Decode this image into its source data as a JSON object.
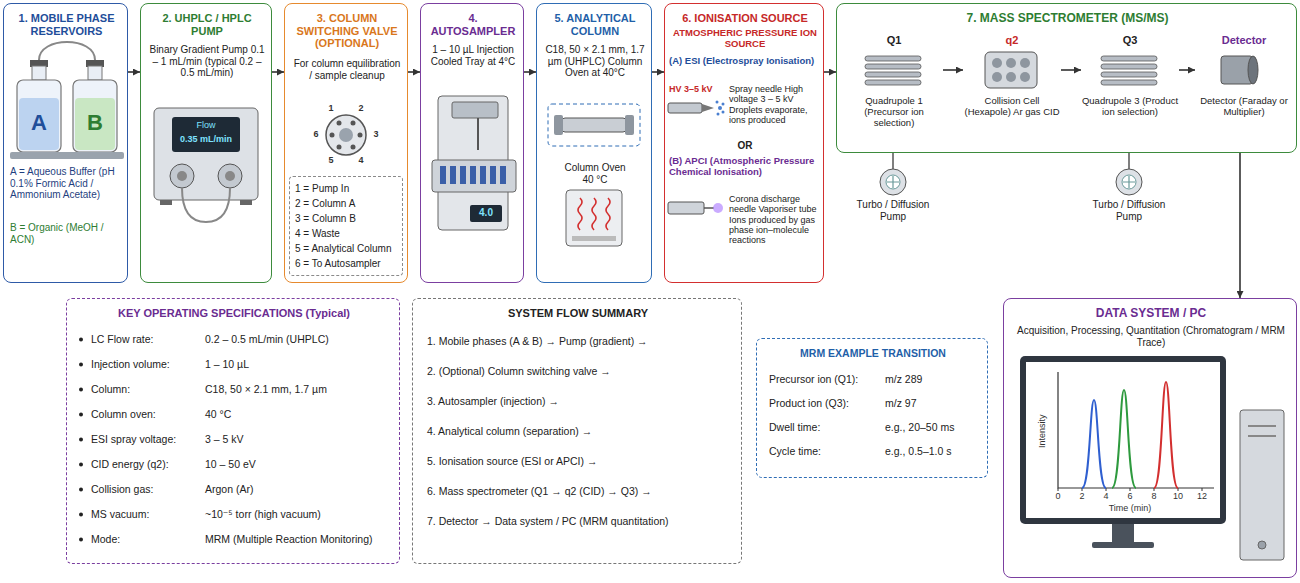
{
  "diagram": {
    "nodes": [
      {
        "text": [
          "1. MOBILE PHASE RESERVOIRS",
          "A = Aqueous Buffer (pH 0.1% Formic Acid / Ammonium Acetate)",
          "B = Organic (MeOH / ACN)"
        ]
      },
      {
        "text": [
          "2. UHPLC / HPLC PUMP",
          "Binary Gradient Pump 0.1 – 1 mL/min (typical 0.2 – 0.5 mL/min)"
        ]
      },
      {
        "text": [
          "3. COLUMN SWITCHING VALVE (OPTIONAL)",
          "For column equilibration / sample cleanup"
        ]
      },
      {
        "text": [
          "1 = Pump In",
          "2 = Column A",
          "3 = Column B",
          "4 = Waste",
          "5 = Analytical Column",
          "6 = To Autosampler"
        ],
        "in": 2
      },
      {
        "text": [
          "4. AUTOSAMPLER",
          "1 – 10 µL Injection Cooled Tray at 4°C"
        ]
      },
      {
        "text": [
          "5. ANALYTICAL COLUMN",
          "C18, 50 × 2.1 mm, 1.7 µm (UHPLC) Column Oven at 40°C",
          "Column Oven 40 °C"
        ]
      },
      {
        "text": [
          "6. IONISATION SOURCE",
          "ATMOSPHERIC PRESSURE ION SOURCE",
          "(A) ESI (Electrospray Ionisation)",
          "HV 3–5 kV",
          "Spray needle High voltage 3 – 5 kV Droplets evaporate, ions produced",
          "OR",
          "(B) APCI (Atmospheric Pressure Chemical Ionisation)",
          "Corona discharge needle Vaporiser tube Ions produced by gas phase ion–molecule reactions"
        ]
      },
      {
        "text": [
          "7. MASS SPECTROMETER (MS/MS)"
        ]
      },
      {
        "text": [
          "Q1",
          "Quadrupole 1 (Precursor ion selection)"
        ],
        "in": 7
      },
      {
        "text": [
          "q2",
          "Collision Cell (Hexapole) Ar gas CID"
        ],
        "in": 7
      },
      {
        "text": [
          "Q3",
          "Quadrupole 3 (Product ion selection)"
        ],
        "in": 7
      },
      {
        "text": [
          "Detector",
          "Detector (Faraday or Multiplier)"
        ],
        "in": 7
      },
      {
        "text": [
          "DATA SYSTEM / PC",
          "Acquisition, Processing, Quantitation (Chromatogram / MRM Trace)"
        ]
      },
      {
        "text": [
          "KEY OPERATING SPECIFICATIONS (Typical)",
          "LC Flow rate:",
          "0.2 – 0.5 mL/min (UHPLC)",
          "Injection volume:",
          "1 – 10 µL",
          "Column:",
          "C18, 50 × 2.1 mm, 1.7 µm",
          "Column oven:",
          "40 °C",
          "ESI spray voltage:",
          "3 – 5 kV",
          "CID energy (q2):",
          "10 – 50 eV",
          "Collision gas:",
          "Argon (Ar)",
          "MS vacuum:",
          "~10⁻⁵ torr (high vacuum)",
          "Mode:",
          "MRM (Multiple Reaction Monitoring)"
        ]
      },
      {
        "text": [
          "SYSTEM FLOW SUMMARY",
          "1. Mobile phases (A & B) → Pump (gradient) →",
          "2. (Optional) Column switching valve →",
          "3. Autosampler (injection) →",
          "4. Analytical column (separation) →",
          "5. Ionisation source (ESI or APCI) →",
          "6. Mass spectrometer (Q1 → q2 (CID) → Q3) →",
          "7. Detector → Data system / PC (MRM quantitation)"
        ]
      },
      {
        "text": [
          "MRM EXAMPLE TRANSITION",
          "Precursor ion (Q1):",
          "m/z 289",
          "Product ion (Q3):",
          "m/z 97",
          "Dwell time:",
          "e.g., 20–50 ms",
          "Cycle time:",
          "e.g., 0.5–1.0 s"
        ]
      }
    ],
    "edges": [
      {
        "from": 0,
        "to": 1,
        "arrow": "to"
      },
      {
        "from": 1,
        "to": 2,
        "arrow": "to"
      },
      {
        "from": 2,
        "to": 4,
        "arrow": "to"
      },
      {
        "from": 4,
        "to": 5,
        "arrow": "to"
      },
      {
        "from": 5,
        "to": 6,
        "arrow": "to"
      },
      {
        "from": 6,
        "to": 7,
        "arrow": "to"
      },
      {
        "from": 8,
        "to": 9,
        "arrow": "to"
      },
      {
        "from": 9,
        "to": 10,
        "arrow": "to"
      },
      {
        "from": 10,
        "to": 11,
        "arrow": "to"
      },
      {
        "from": 7,
        "to": 12,
        "arrow": "to"
      }
    ],
    "labels": [
      "A",
      "B",
      "Flow",
      "0.35 mL/min",
      "1",
      "2",
      "3",
      "4",
      "5",
      "6",
      "4.0",
      "Turbo / Diffusion Pump",
      "Turbo / Diffusion Pump",
      "Intensity",
      "0",
      "2",
      "4",
      "6",
      "8",
      "10",
      "12",
      "Time (min)"
    ]
  }
}
